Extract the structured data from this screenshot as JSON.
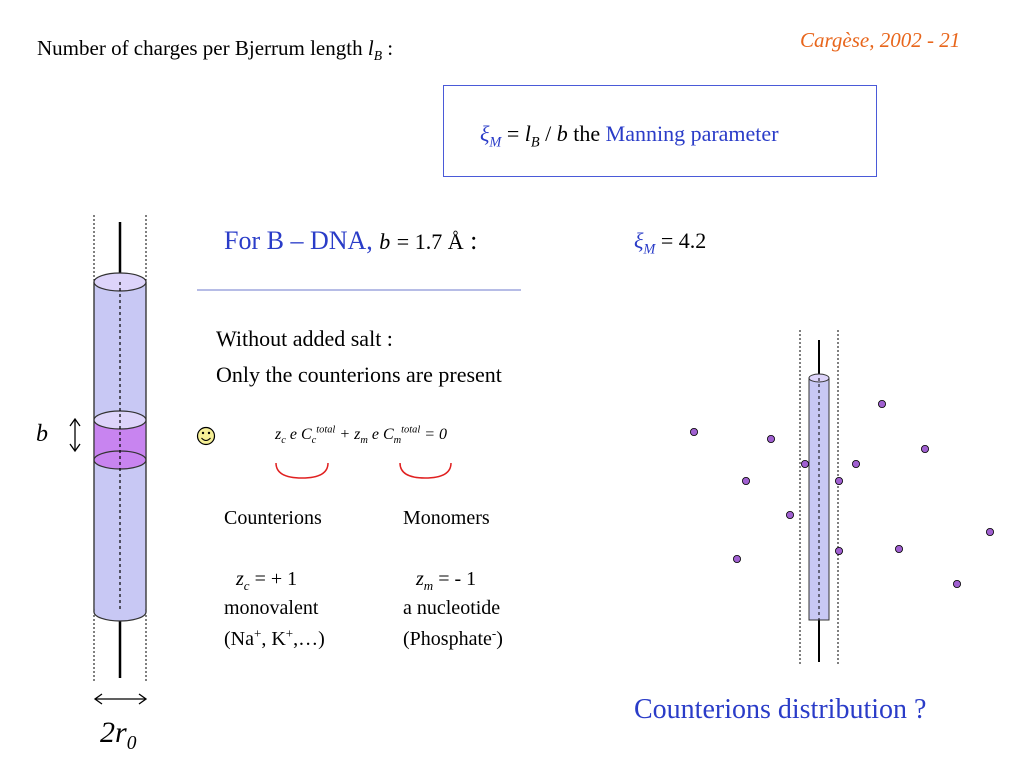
{
  "header": {
    "left_title": "Number of charges per Bjerrum length",
    "left_symbol": "l",
    "left_symbol_sub": "B",
    "left_colon": ":",
    "right_tag": "Cargèse, 2002 - 21"
  },
  "manning_box": {
    "xi": "ξ",
    "xi_sub": "M",
    "eq": "=",
    "l": "l",
    "l_sub": "B",
    "slash": "/",
    "b": "b",
    "the": "the",
    "name": "Manning parameter"
  },
  "bdna": {
    "prefix": "For B – DNA,",
    "b": "b",
    "value": "= 1.7 Å",
    "colon": ":",
    "xi": "ξ",
    "xi_sub": "M",
    "xi_value": "= 4.2"
  },
  "salt": {
    "line1": "Without added salt :",
    "line2": "Only the counterions are present"
  },
  "equation": {
    "zc": "z",
    "zc_sub": "c",
    "e1": "e C",
    "cc_sub": "c",
    "cc_sup": "total",
    "plus": "+",
    "zm": "z",
    "zm_sub": "m",
    "e2": "e C",
    "cm_sub": "m",
    "cm_sup": "total",
    "rhs": "= 0"
  },
  "counterions": {
    "heading": "Counterions",
    "z": "z",
    "z_sub": "c",
    "z_value": "= + 1",
    "kind": "monovalent",
    "examples_open": "(Na",
    "na_sup": "+",
    "examples_mid": ", K",
    "k_sup": "+",
    "examples_close": ",…)"
  },
  "monomers": {
    "heading": "Monomers",
    "z": "z",
    "z_sub": "m",
    "z_value": "= - 1",
    "kind": "a nucleotide",
    "examples_open": "(Phosphate",
    "p_sup": "-",
    "examples_close": ")"
  },
  "cylinder_labels": {
    "b": "b",
    "r": "2r",
    "r_sub": "0"
  },
  "caption": "Counterions distribution ?",
  "colors": {
    "accent_blue": "#2a3cc8",
    "title_orange": "#e8661c",
    "cylinder_fill": "#c8c8f4",
    "band_fill": "#c884f0",
    "bracket_red": "#e02020",
    "ion_fill": "#a060d0"
  },
  "icons": {
    "smiley": "smiley-face-icon",
    "ion": "counterion-dot-icon"
  }
}
